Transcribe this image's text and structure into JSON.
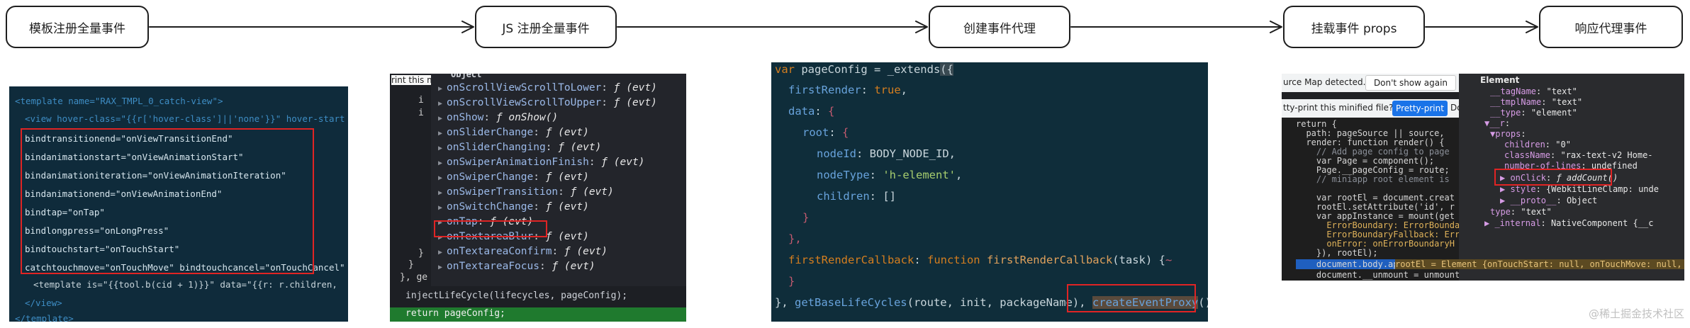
{
  "flow": {
    "steps": [
      {
        "label": "模板注册全量事件"
      },
      {
        "label": "JS 注册全量事件"
      },
      {
        "label": "创建事件代理"
      },
      {
        "label": "挂载事件 props"
      },
      {
        "label": "响应代理事件"
      }
    ]
  },
  "panel1": {
    "lines": [
      "<template name=\"RAX_TMPL_0_catch-view\">",
      "<view hover-class=\"{{r['hover-class']||'none'}}\" hover-start",
      "bindtransitionend=\"onViewTransitionEnd\"",
      "bindanimationstart=\"onViewAnimationStart\"",
      "bindanimationiteration=\"onViewAnimationIteration\"",
      "bindanimationend=\"onViewAnimationEnd\"",
      "bindtap=\"onTap\"",
      "bindlongpress=\"onLongPress\"",
      "bindtouchstart=\"onTouchStart\"",
      "catchtouchmove=\"onTouchMove\" bindtouchcancel=\"onTouchCancel\"",
      "<template is=\"{{tool.b(cid + 1)}}\" data=\"{{r: r.children,",
      "</view>",
      "</template>"
    ]
  },
  "panel2": {
    "header_text": "rint this m",
    "object_label": "Object",
    "items": [
      {
        "key": "onScrollViewScrollToLower",
        "value": "ƒ (evt)"
      },
      {
        "key": "onScrollViewScrollToUpper",
        "value": "ƒ (evt)"
      },
      {
        "key": "onShow",
        "value": "ƒ onShow()"
      },
      {
        "key": "onSliderChange",
        "value": "ƒ (evt)"
      },
      {
        "key": "onSliderChanging",
        "value": "ƒ (evt)"
      },
      {
        "key": "onSwiperAnimationFinish",
        "value": "ƒ (evt)"
      },
      {
        "key": "onSwiperChange",
        "value": "ƒ (evt)"
      },
      {
        "key": "onSwiperTransition",
        "value": "ƒ (evt)"
      },
      {
        "key": "onSwitchChange",
        "value": "ƒ (evt)"
      },
      {
        "key": "onTap",
        "value": "ƒ (evt)"
      },
      {
        "key": "onTextareaBlur",
        "value": "ƒ (evt)"
      },
      {
        "key": "onTextareaConfirm",
        "value": "ƒ (evt)"
      },
      {
        "key": "onTextareaFocus",
        "value": "ƒ (evt)"
      }
    ],
    "gutter": [
      "i",
      "i",
      "}",
      "}",
      "}, ge"
    ],
    "bottom_line": "injectLifeCycle(lifecycles, pageConfig);",
    "return_line": "return pageConfig;"
  },
  "panel3": {
    "code": {
      "l1_kw": "var ",
      "l1_name": "pageConfig = _extends",
      "l1_paren": "({",
      "l2_key": "firstRender",
      "l2_val": "true",
      "l3_key": "data",
      "l4_key": "root",
      "l5_key": "nodeId",
      "l5_val": "BODY_NODE_ID",
      "l6_key": "nodeType",
      "l6_val": "'h-element'",
      "l7_key": "children",
      "l7_val": "[]",
      "l10_key": "firstRenderCallback",
      "l10_kw": "function",
      "l10_fn": "firstRenderCallback",
      "l10_arg": "(task) {",
      "l12_prefix": "}, ",
      "l12_fn": "getBaseLifeCycles",
      "l12_args": "(route, init, packageName), ",
      "l12_call": "createEventProxy",
      "l12_end": "());"
    }
  },
  "panel4": {
    "source_map_text": "urce Map detected.",
    "dont_show_label": "Don't show again",
    "pretty_print_text": "tty-print this minified file?",
    "pretty_print_button": "Pretty-print",
    "pretty_print_more": "Do",
    "element_label": "Element",
    "left_lines": [
      "return {",
      "  path: pageSource || source,",
      "  render: function render() {",
      "    // Add page config to page",
      "    var Page = component();",
      "    Page.__pageConfig = route;",
      "    // miniapp root element is",
      "",
      "    var rootEl = document.creat",
      "    rootEl.setAttribute('id', r",
      "    var appInstance = mount(get",
      "      ErrorBoundary: ErrorBounda",
      "      ErrorBoundaryFallback: Err",
      "      onError: onErrorBoundaryH",
      "    }), rootEl);",
      "    document.body.appendChild(r",
      "    document.__unmount = unmount(appInstance, rootEl);"
    ],
    "right_lines": [
      {
        "k": "__tagName",
        "v": "\"text\""
      },
      {
        "k": "__tmplName",
        "v": "\"text\""
      },
      {
        "k": "__type",
        "v": "\"element\""
      },
      {
        "k": "▼__r",
        "v": ""
      },
      {
        "k": "▼props",
        "v": ""
      },
      {
        "k": "children",
        "v": "\"0\""
      },
      {
        "k": "className",
        "v": "\"rax-text-v2 Home-"
      },
      {
        "k": "number-of-lines",
        "v": "undefined"
      },
      {
        "k": "▶ onClick",
        "v": "ƒ addCount()"
      },
      {
        "k": "▶ style",
        "v": "{WebkitLineClamp: unde"
      },
      {
        "k": "▶ __proto__",
        "v": "Object"
      },
      {
        "k": "type",
        "v": "\"text\""
      },
      {
        "k": "▶ _internal",
        "v": "NativeComponent {__c"
      }
    ],
    "bottom_tail": "rootEl = Element {onTouchStart: null, onTouchMove: null, on"
  },
  "watermark": "@稀土掘金技术社区"
}
